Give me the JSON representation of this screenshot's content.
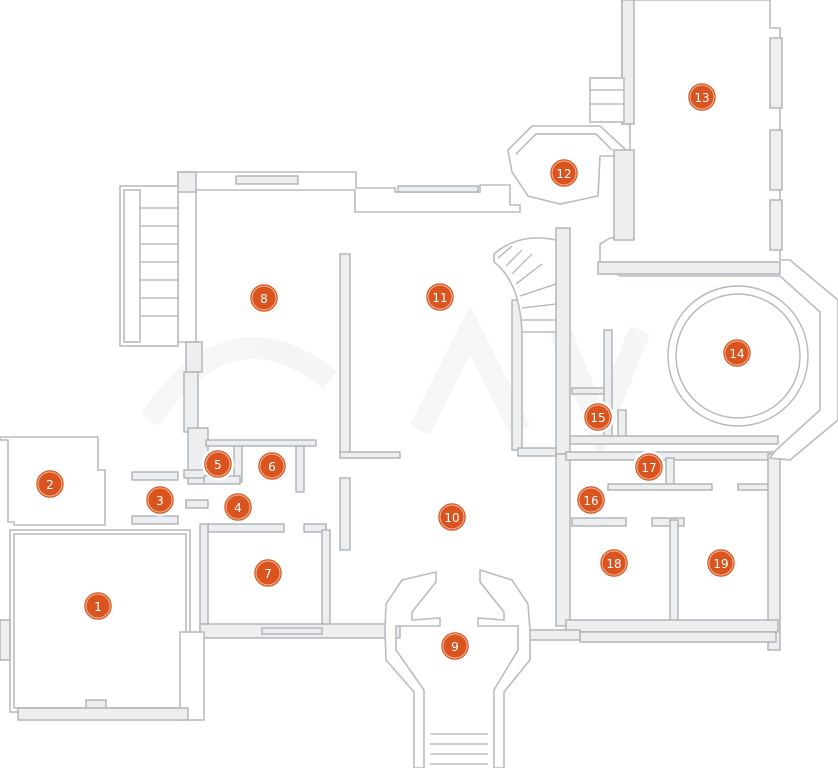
{
  "plan": {
    "marker_color": "#d9541e",
    "rooms": [
      {
        "id": "1",
        "label": "1"
      },
      {
        "id": "2",
        "label": "2"
      },
      {
        "id": "3",
        "label": "3"
      },
      {
        "id": "4",
        "label": "4"
      },
      {
        "id": "5",
        "label": "5"
      },
      {
        "id": "6",
        "label": "6"
      },
      {
        "id": "7",
        "label": "7"
      },
      {
        "id": "8",
        "label": "8"
      },
      {
        "id": "9",
        "label": "9"
      },
      {
        "id": "10",
        "label": "10"
      },
      {
        "id": "11",
        "label": "11"
      },
      {
        "id": "12",
        "label": "12"
      },
      {
        "id": "13",
        "label": "13"
      },
      {
        "id": "14",
        "label": "14"
      },
      {
        "id": "15",
        "label": "15"
      },
      {
        "id": "16",
        "label": "16"
      },
      {
        "id": "17",
        "label": "17"
      },
      {
        "id": "18",
        "label": "18"
      },
      {
        "id": "19",
        "label": "19"
      }
    ]
  }
}
